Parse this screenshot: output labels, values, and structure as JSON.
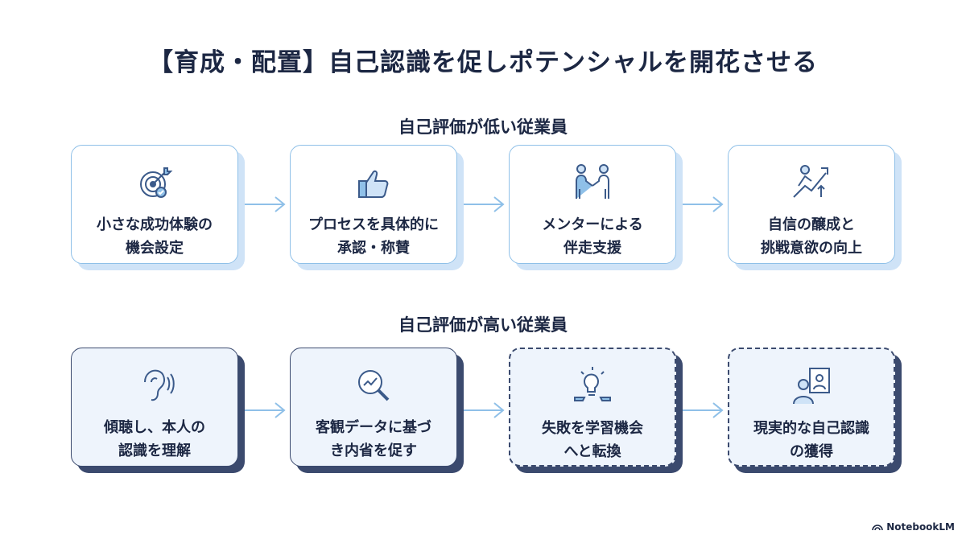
{
  "title": "【育成・配置】自己認識を促しポテンシャルを開花させる",
  "sections": [
    {
      "heading": "自己評価が低い従業員",
      "steps": [
        {
          "line1": "小さな成功体験の",
          "line2": "機会設定",
          "icon": "target-icon"
        },
        {
          "line1": "プロセスを具体的に",
          "line2": "承認・称賛",
          "icon": "thumbs-up-icon"
        },
        {
          "line1": "メンターによる",
          "line2": "伴走支援",
          "icon": "handshake-icon"
        },
        {
          "line1": "自信の醸成と",
          "line2": "挑戦意欲の向上",
          "icon": "growth-arrow-icon"
        }
      ]
    },
    {
      "heading": "自己評価が高い従業員",
      "steps": [
        {
          "line1": "傾聴し、本人の",
          "line2": "認識を理解",
          "icon": "ear-icon"
        },
        {
          "line1": "客観データに基づ",
          "line2": "き内省を促す",
          "icon": "magnifier-chart-icon"
        },
        {
          "line1": "失敗を学習機会",
          "line2": "へと転換",
          "icon": "lightbulb-icon"
        },
        {
          "line1": "現実的な自己認識",
          "line2": "の獲得",
          "icon": "person-mirror-icon"
        }
      ]
    }
  ],
  "footer": {
    "brand": "NotebookLM"
  },
  "colors": {
    "navy": "#1c2743",
    "light_blue": "#8fc0e8",
    "pale_blue": "#cfe3f7",
    "dark_shadow": "#3b4a6e"
  }
}
